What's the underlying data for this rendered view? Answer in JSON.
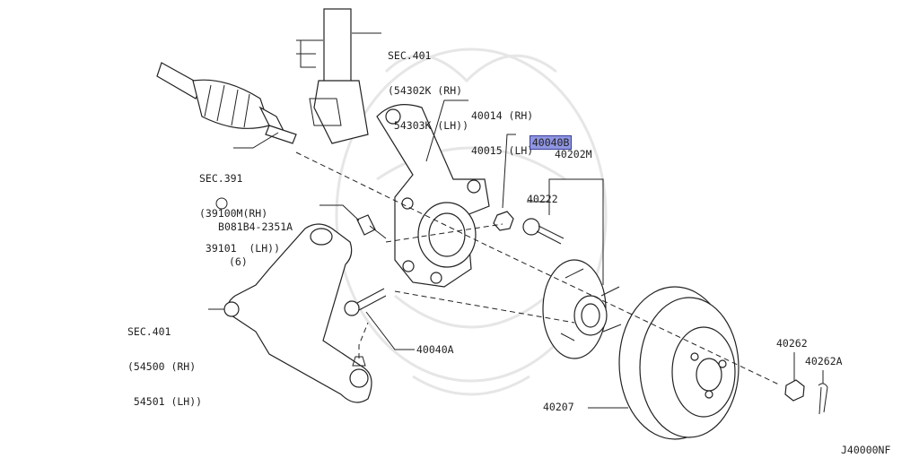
{
  "labels": {
    "sec401_strut": [
      "SEC.401",
      "(54302K (RH)",
      " 54303K (LH))"
    ],
    "knuckle": [
      "40014 (RH)",
      "40015 (LH)"
    ],
    "nut_highlight": "40040B",
    "sec391": [
      "SEC.391",
      "(39100M(RH)",
      " 39101  (LH))"
    ],
    "bolt_small": [
      "081B4-2351A",
      "(6)"
    ],
    "bolt_circle_letter": "B",
    "hub_assy": "40202M",
    "hub_bolt": "40222",
    "sec401_arm": [
      "SEC.401",
      "(54500 (RH)",
      " 54501 (LH))"
    ],
    "bolt_lower": "40040A",
    "disc": "40207",
    "hub_nut": "40262",
    "cotter_pin": "40262A",
    "diagram_code": "J40000NF"
  },
  "colors": {
    "highlight": "#8f95e0",
    "line": "#222222",
    "watermark": "#e6e6e6"
  }
}
